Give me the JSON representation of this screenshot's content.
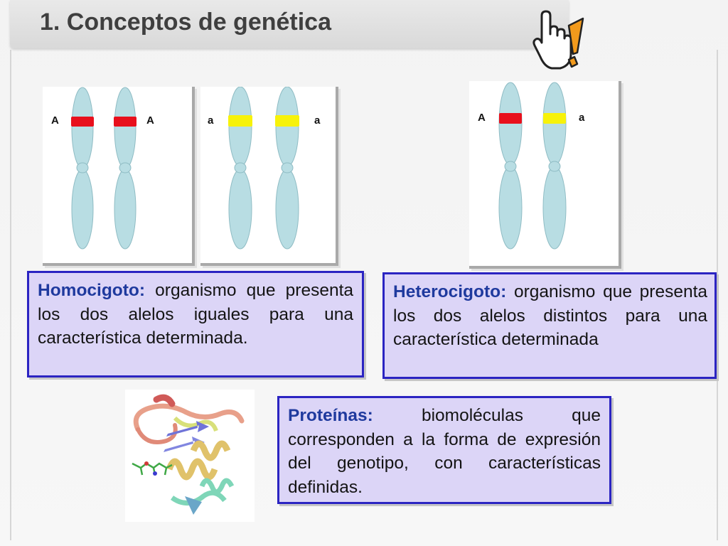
{
  "slide": {
    "title": "1. Conceptos de genética"
  },
  "chromosomes": {
    "homo_dominant": {
      "left_label": "A",
      "right_label": "A",
      "band_color": "#e8101c"
    },
    "homo_recessive": {
      "left_label": "a",
      "right_label": "a",
      "band_color": "#f7f20a"
    },
    "hetero": {
      "left_label": "A",
      "right_label": "a",
      "left_band_color": "#e8101c",
      "right_band_color": "#f7f20a"
    },
    "chromosome_color": "#b8dde3"
  },
  "definitions": {
    "homocigoto": {
      "term": "Homocigoto:",
      "text": " organismo que presenta los dos alelos iguales para una característica determinada."
    },
    "heterocigoto": {
      "term": "Heterocigoto:",
      "text": " organismo que presenta los dos alelos distintos para una característica determinada"
    },
    "proteinas": {
      "term": "Proteínas:",
      "text": " biomoléculas que corresponden a la forma de expresión del genotipo, con características definidas."
    }
  },
  "colors": {
    "box_fill": "#dcd5f7",
    "box_border": "#2b24c2",
    "term_color": "#1f3a9e",
    "hand_accent": "#f29a1c"
  }
}
